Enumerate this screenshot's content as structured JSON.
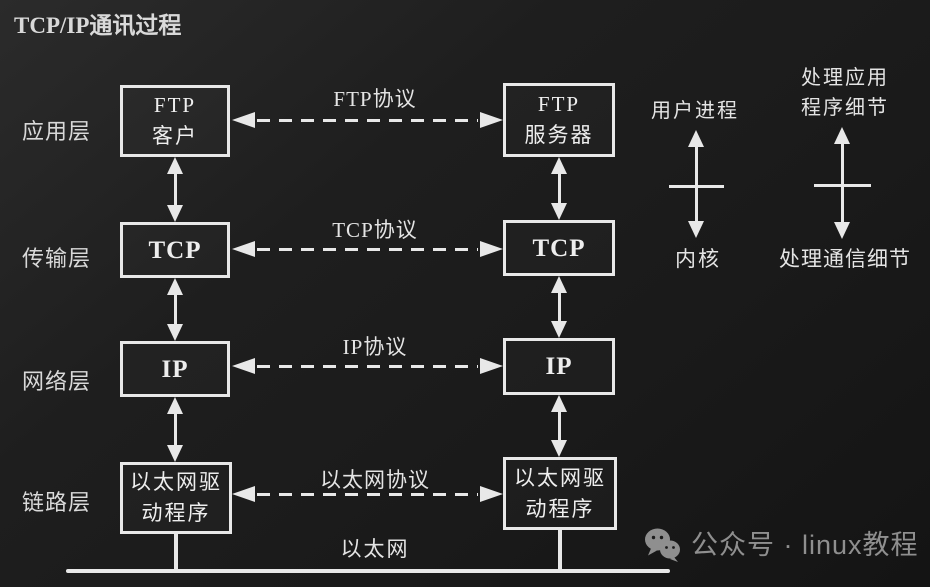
{
  "title": "TCP/IP通讯过程",
  "rows": [
    {
      "layer": "应用层",
      "left": [
        "FTP",
        "客户"
      ],
      "right": [
        "FTP",
        "服务器"
      ],
      "protocol": "FTP协议"
    },
    {
      "layer": "传输层",
      "left": [
        "TCP"
      ],
      "right": [
        "TCP"
      ],
      "protocol": "TCP协议"
    },
    {
      "layer": "网络层",
      "left": [
        "IP"
      ],
      "right": [
        "IP"
      ],
      "protocol": "IP协议"
    },
    {
      "layer": "链路层",
      "left": [
        "以太网驱",
        "动程序"
      ],
      "right": [
        "以太网驱",
        "动程序"
      ],
      "protocol": "以太网协议"
    }
  ],
  "annotations": {
    "user_process": "用户进程",
    "kernel": "内核",
    "app_details_line1": "处理应用",
    "app_details_line2": "程序细节",
    "comm_details": "处理通信细节"
  },
  "ethernet_label": "以太网",
  "watermark": {
    "icon": "wechat-icon",
    "text": "公众号 · linux教程"
  },
  "colors": {
    "background": "#1e1e1e",
    "line": "#e8e8e8",
    "text": "#dedede",
    "watermark": "#8f8f8f"
  }
}
